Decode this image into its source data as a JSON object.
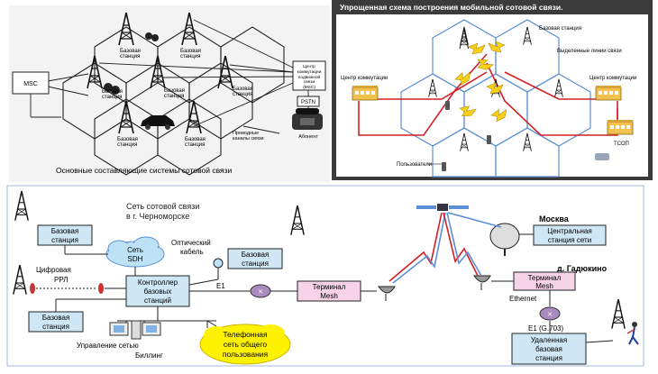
{
  "panel1": {
    "caption": "Основные составляющие системы сотовой связи",
    "msc": "MSC",
    "bs1": "Базовая",
    "bs2": "станция",
    "center1": "Центр",
    "center2": "коммутации",
    "center3": "подвижной",
    "center4": "связи",
    "center5": "(MSC)",
    "pstn": "PSTN",
    "wired1": "Проводные",
    "wired2": "каналы связи",
    "subscriber": "Абонент"
  },
  "panel2": {
    "title": "Упрощенная  схема построения мобильной сотовой связи.",
    "base_station": "Базовая станция",
    "leased_lines": "Выделенные линии связи",
    "switch_center_left": "Центр коммутации",
    "switch_center_right": "Центр коммутации",
    "pstn": "ТСОП",
    "users": "Пользователи"
  },
  "panel3": {
    "network_title1": "Сеть сотовой связи",
    "network_title2": "в г. Черноморске",
    "bs_line1": "Базовая",
    "bs_line2": "станция",
    "sdh_line1": "Сеть",
    "sdh_line2": "SDH",
    "optical1": "Оптический",
    "optical2": "кабель",
    "rrl1": "Цифровая",
    "rrl2": "РРЛ",
    "controller1": "Контроллер",
    "controller2": "базовых",
    "controller3": "станций",
    "e1": "E1",
    "mesh1": "Терминал",
    "mesh2": "Mesh",
    "pstn1": "Телефонная",
    "pstn2": "сеть общего",
    "pstn3": "пользования",
    "mgmt": "Управление сетью",
    "billing": "Биллинг",
    "moscow": "Москва",
    "central1": "Центральная",
    "central2": "станция сети",
    "gadyukino": "д. Гадюкино",
    "ethernet": "Ethernet",
    "e1_g703": "E1 (G.703)",
    "remote1": "Удаленная",
    "remote2": "базовая",
    "remote3": "станция"
  },
  "colors": {
    "hex_blue": "#5b8fd6",
    "red_line": "#d21f26",
    "box_fill": "#cfe6f5",
    "cloud_fill": "#bde2f5",
    "yellow_cloud": "#fff200",
    "mesh_box": "#f6d3e6",
    "panel2_frame": "#3b3b3b"
  }
}
